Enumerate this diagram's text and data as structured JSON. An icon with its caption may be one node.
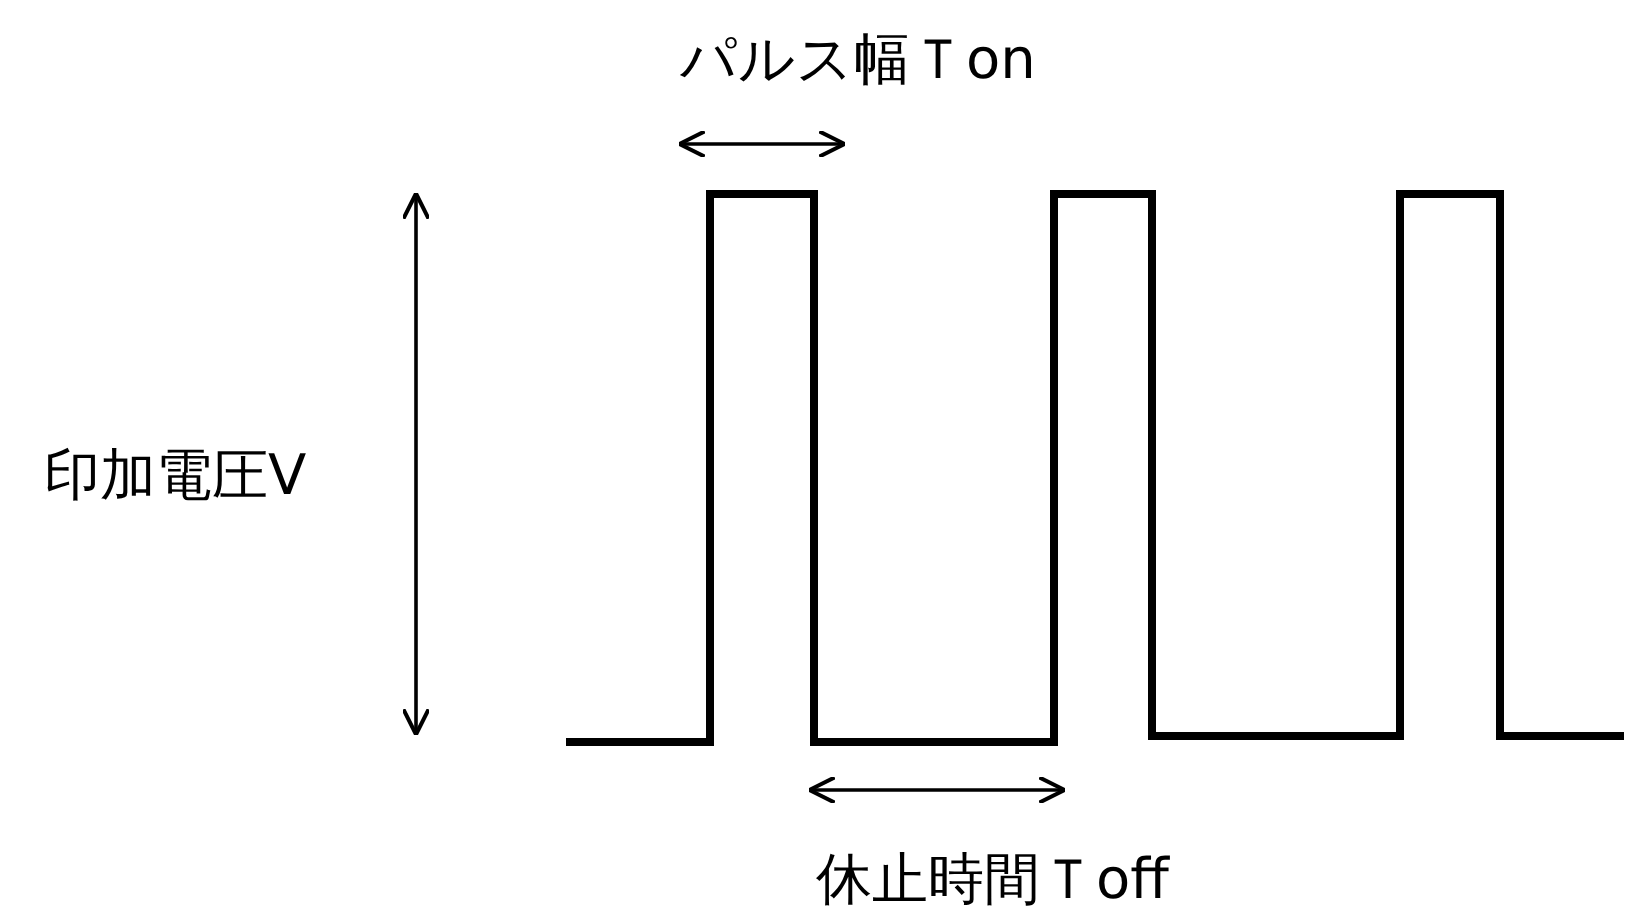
{
  "diagram": {
    "labels": [
      "パルス幅Ｔon",
      "印加電圧V",
      "休止時間Ｔoff"
    ]
  }
}
